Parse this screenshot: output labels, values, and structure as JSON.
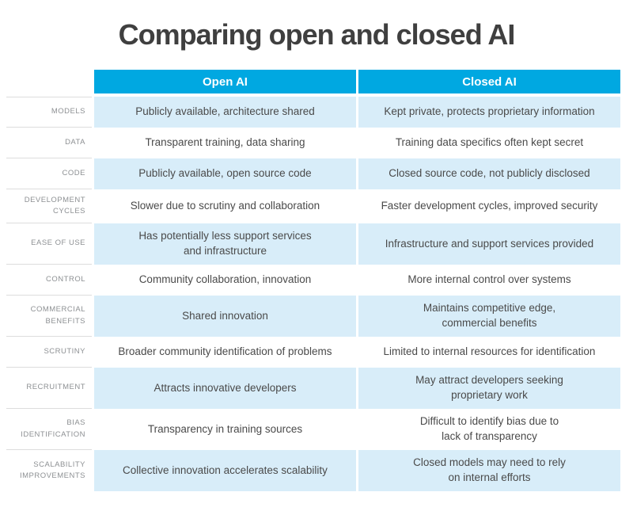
{
  "title": "Comparing open and closed AI",
  "chart_data": {
    "type": "table",
    "title": "Comparing open and closed AI",
    "column_headers": [
      "Open AI",
      "Closed AI"
    ],
    "rows": [
      {
        "label": "MODELS",
        "open": "Publicly available, architecture shared",
        "closed": "Kept private, protects proprietary information"
      },
      {
        "label": "DATA",
        "open": "Transparent training, data sharing",
        "closed": "Training data specifics often kept secret"
      },
      {
        "label": "CODE",
        "open": "Publicly available, open source code",
        "closed": "Closed source code, not publicly disclosed"
      },
      {
        "label": "DEVELOPMENT\nCYCLES",
        "open": "Slower due to scrutiny and collaboration",
        "closed": "Faster development cycles, improved security"
      },
      {
        "label": "EASE OF USE",
        "open": "Has potentially less support services\nand infrastructure",
        "closed": "Infrastructure and support services provided"
      },
      {
        "label": "CONTROL",
        "open": "Community collaboration, innovation",
        "closed": "More internal control over systems"
      },
      {
        "label": "COMMERCIAL\nBENEFITS",
        "open": "Shared innovation",
        "closed": "Maintains competitive edge,\ncommercial benefits"
      },
      {
        "label": "SCRUTINY",
        "open": "Broader community identification of problems",
        "closed": "Limited to internal resources for identification"
      },
      {
        "label": "RECRUITMENT",
        "open": "Attracts innovative developers",
        "closed": "May attract developers seeking\nproprietary work"
      },
      {
        "label": "BIAS\nIDENTIFICATION",
        "open": "Transparency in training sources",
        "closed": "Difficult to identify bias due to\nlack of transparency"
      },
      {
        "label": "SCALABILITY\nIMPROVEMENTS",
        "open": "Collective innovation accelerates scalability",
        "closed": "Closed models may need to rely\non internal efforts"
      }
    ]
  },
  "colors": {
    "header_background": "#00a8e1",
    "row_highlight": "#d8edf9",
    "title_text": "#3f3f3f",
    "cell_text": "#4a4a4a",
    "label_text": "#8d9093",
    "label_divider": "#dddddd"
  }
}
